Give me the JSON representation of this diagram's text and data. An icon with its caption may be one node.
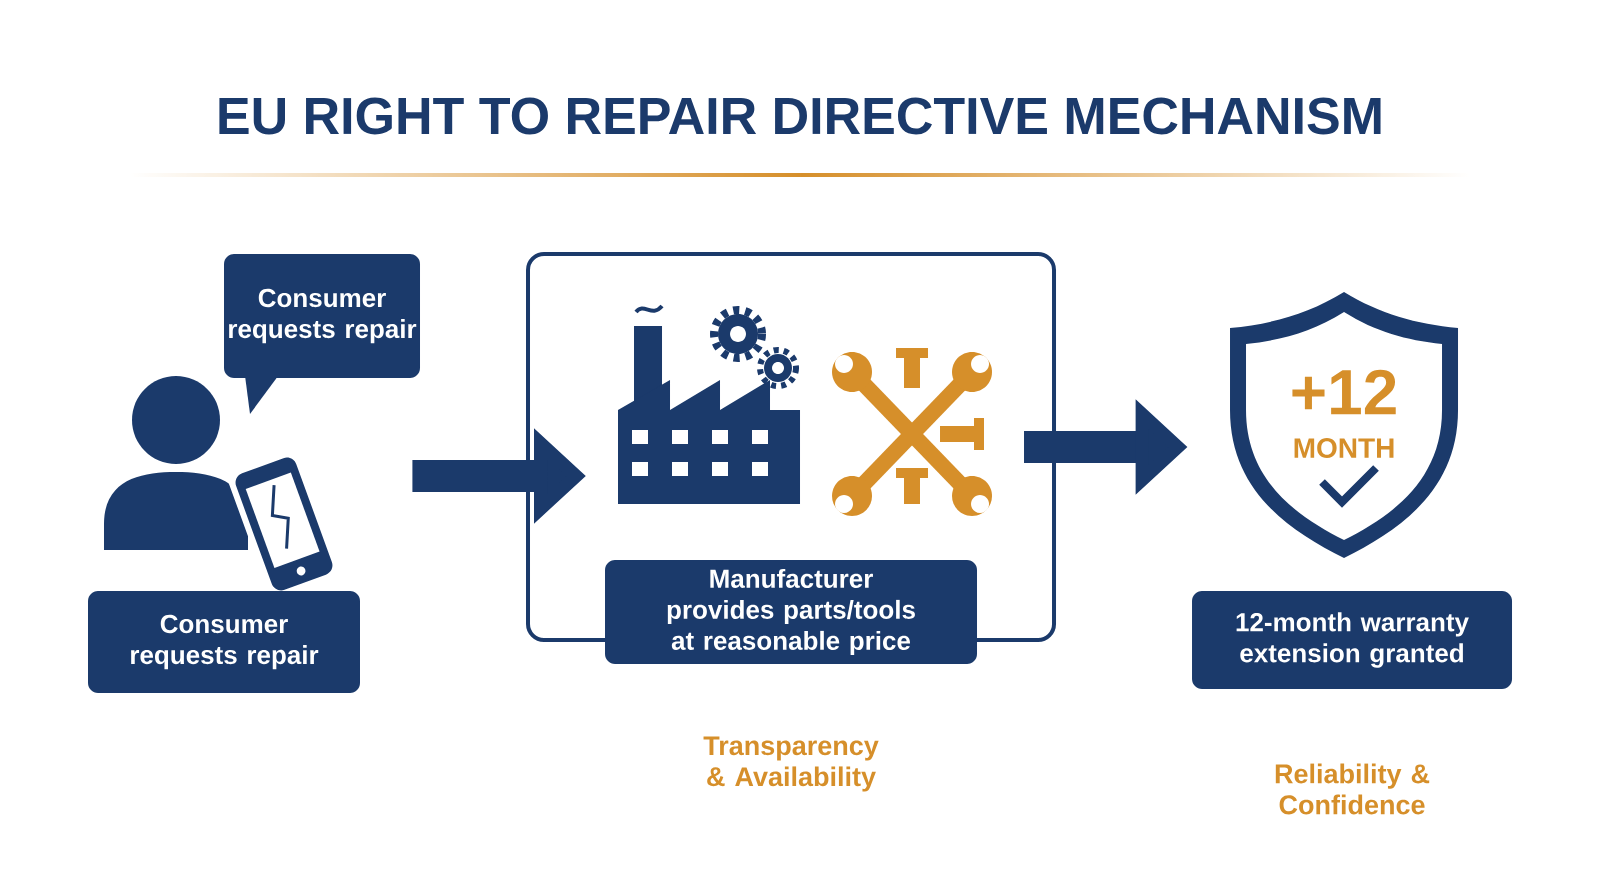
{
  "diagram": {
    "title": "EU RIGHT TO REPAIR DIRECTIVE MECHANISM",
    "nodes": [
      {
        "text": [
          "Consumer requests repair"
        ]
      },
      {
        "text": [],
        "shape": "person"
      },
      {
        "text": [
          "Consumer requests repair"
        ]
      },
      {
        "text": [],
        "shape": "box"
      },
      {
        "text": [
          "Manufacturer provides parts/tools at reasonable price"
        ],
        "beside": [
          "Transparency & Availability"
        ]
      },
      {
        "text": [
          "+12",
          "MONTH"
        ]
      },
      {
        "text": [
          "12-month warranty extension granted"
        ],
        "beside": [
          "Reliability & Confidence"
        ]
      }
    ],
    "edges": [
      {
        "from": 1,
        "to": 3,
        "arrow": "to"
      },
      {
        "from": 3,
        "to": 5,
        "arrow": "to"
      }
    ]
  }
}
